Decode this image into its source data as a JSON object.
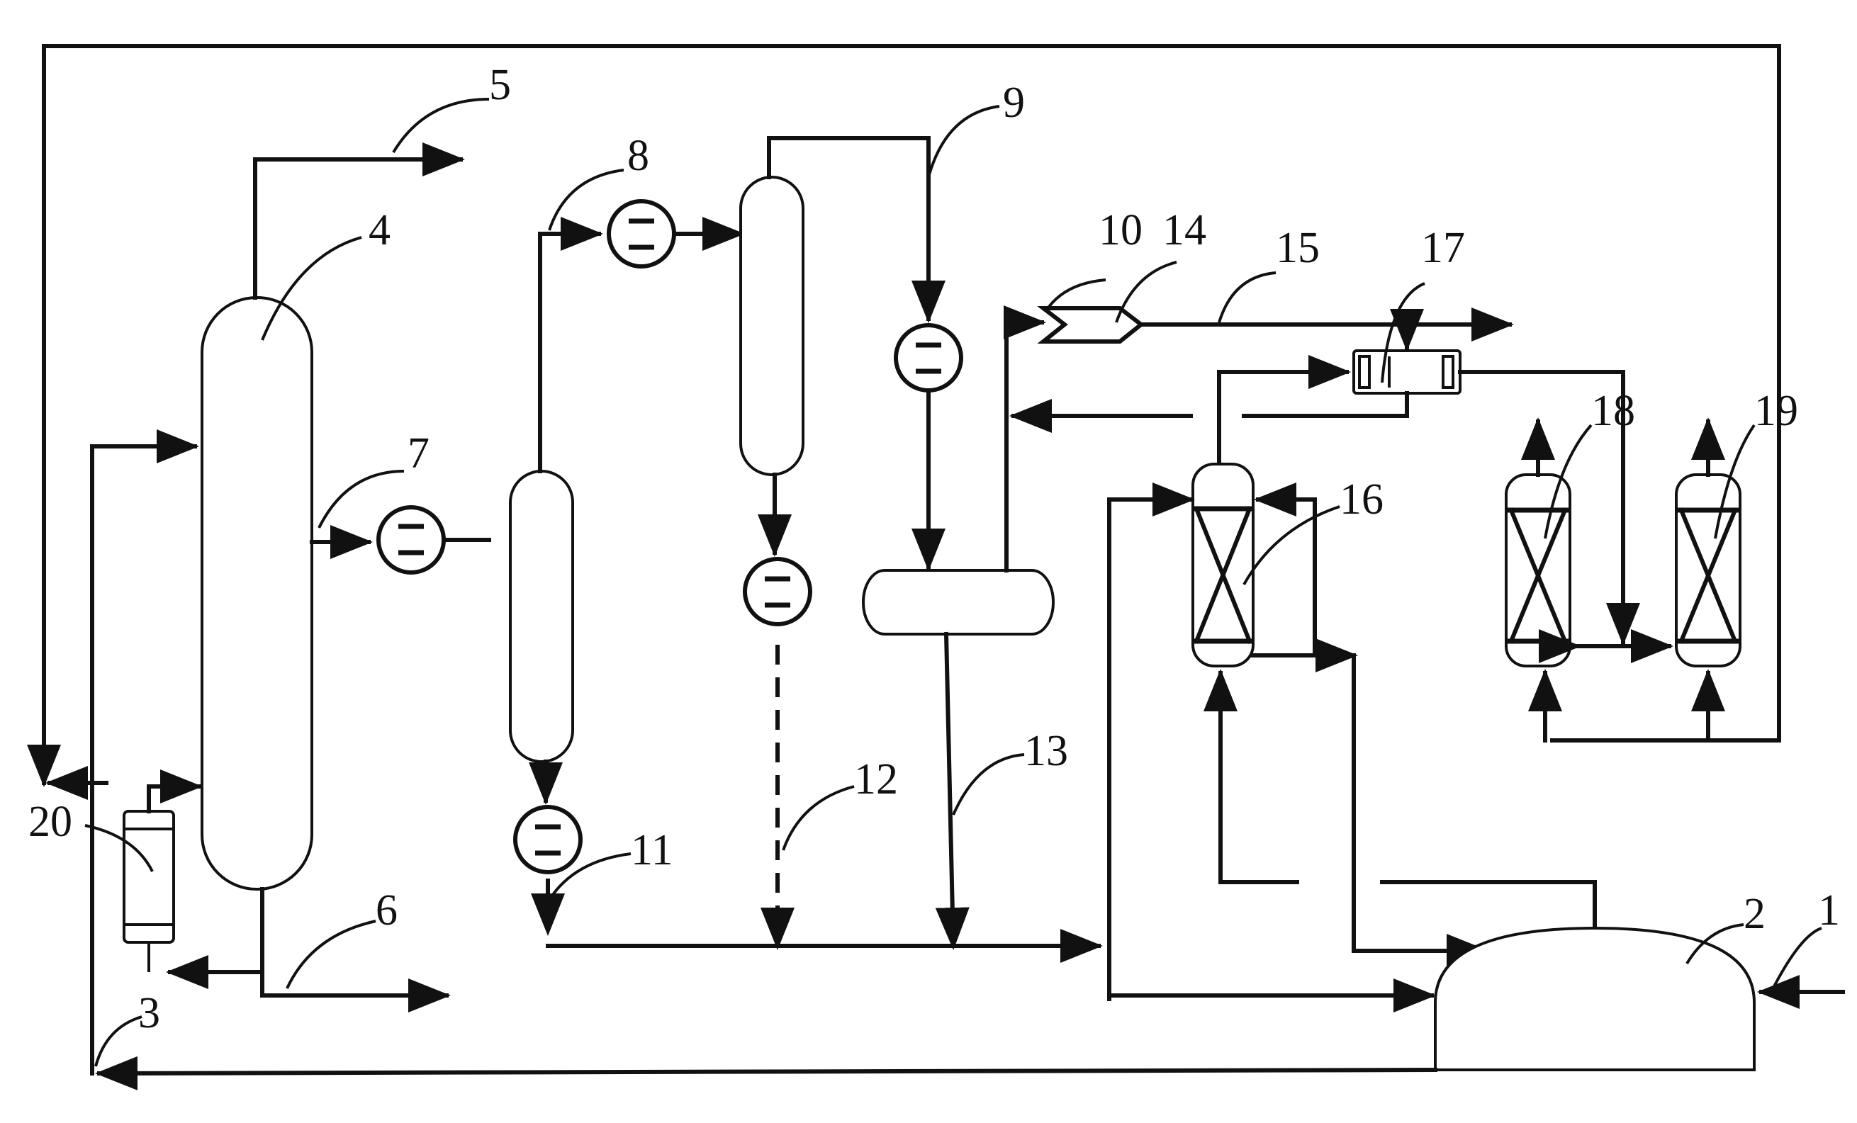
{
  "labels": {
    "n1": "1",
    "n2": "2",
    "n3": "3",
    "n4": "4",
    "n5": "5",
    "n6": "6",
    "n7": "7",
    "n8": "8",
    "n9": "9",
    "n10": "10",
    "n11": "11",
    "n12": "12",
    "n13": "13",
    "n14": "14",
    "n15": "15",
    "n16": "16",
    "n17": "17",
    "n18": "18",
    "n19": "19",
    "n20": "20"
  },
  "colors": {
    "line": "#111111",
    "background": "#ffffff"
  }
}
